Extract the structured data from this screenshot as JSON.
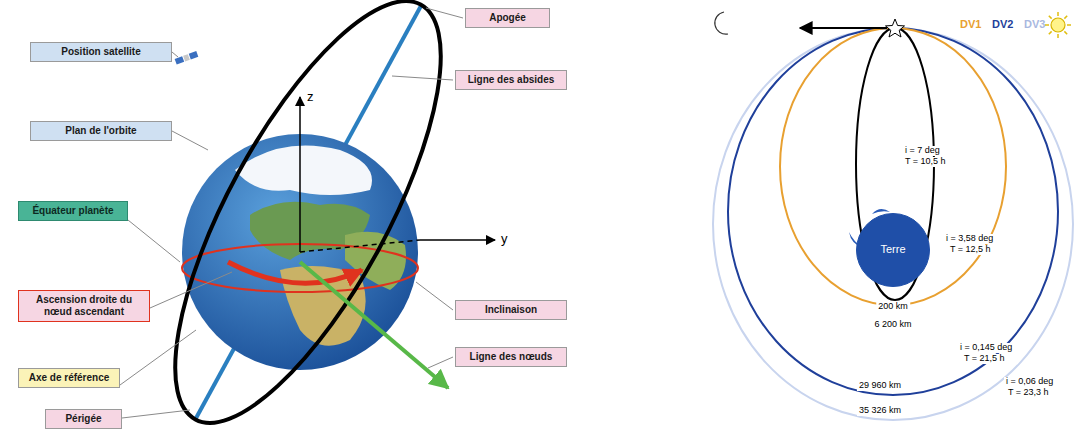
{
  "diagram": {
    "nodes": [
      {
        "text": [
          "Position satellite"
        ]
      },
      {
        "text": [
          "Apogée"
        ]
      },
      {
        "text": [
          "Plan de l'orbite"
        ]
      },
      {
        "text": [
          "Ligne des absides"
        ]
      },
      {
        "text": [
          "Équateur planète"
        ]
      },
      {
        "text": [
          "Ascension droite du nœud ascendant"
        ]
      },
      {
        "text": [
          "Inclinaison"
        ]
      },
      {
        "text": [
          "Axe de référence"
        ]
      },
      {
        "text": [
          "Ligne des nœuds"
        ]
      },
      {
        "text": [
          "Périgée"
        ]
      },
      {
        "text": [
          "Terre"
        ]
      }
    ],
    "labels": [
      "z",
      "y",
      "DV1",
      "DV2",
      "DV3",
      "i = 7 deg",
      "T = 10,5 h",
      "i = 3,58 deg",
      "T = 12,5 h",
      "200 km",
      "6 200 km",
      "i = 0,145 deg",
      "T = 21,5 h",
      "29 960 km",
      "i = 0,06 deg",
      "T = 23,3 h",
      "35 326 km"
    ]
  }
}
